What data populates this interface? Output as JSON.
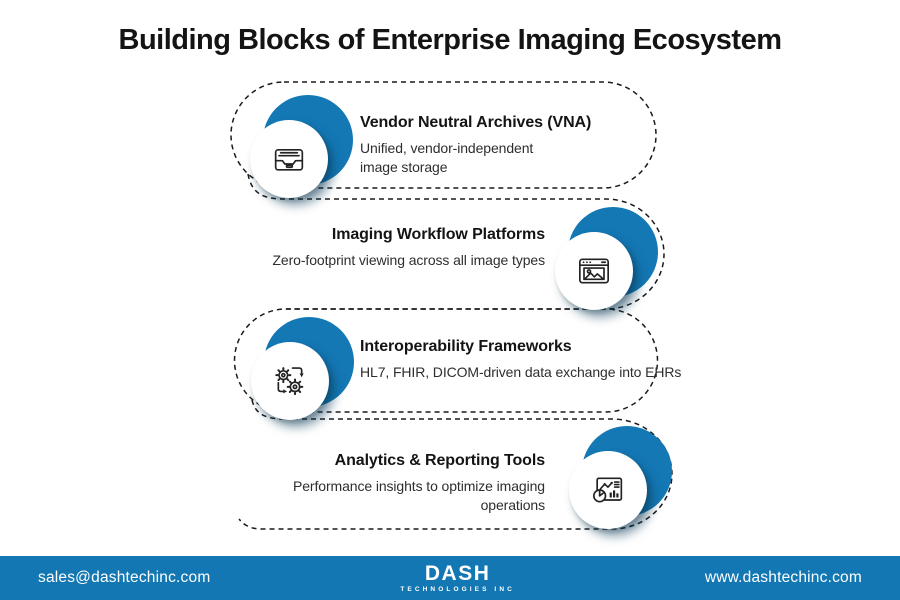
{
  "page": {
    "title": "Building Blocks of Enterprise Imaging Ecosystem"
  },
  "colors": {
    "accent_blue": "#1478b5",
    "footer_blue": "#1277b2",
    "dash_color": "#1a1a1a",
    "ink": "#141414",
    "desc_ink": "#2e2e2e"
  },
  "items": [
    {
      "title": "Vendor Neutral Archives (VNA)",
      "description": "Unified, vendor-independent image storage",
      "icon": "archive-inbox-icon",
      "badge_side": "left"
    },
    {
      "title": "Imaging Workflow Platforms",
      "description": "Zero-footprint viewing across all image types",
      "icon": "image-viewer-window-icon",
      "badge_side": "right"
    },
    {
      "title": "Interoperability Frameworks",
      "description": "HL7, FHIR, DICOM-driven data exchange into EHRs",
      "icon": "gears-exchange-icon",
      "badge_side": "left"
    },
    {
      "title": "Analytics & Reporting Tools",
      "description": "Performance insights to optimize imaging operations",
      "icon": "analytics-chart-icon",
      "badge_side": "right"
    }
  ],
  "footer": {
    "email": "sales@dashtechinc.com",
    "website": "www.dashtechinc.com",
    "logo_name": "DASH",
    "logo_subtitle": "TECHNOLOGIES INC"
  }
}
